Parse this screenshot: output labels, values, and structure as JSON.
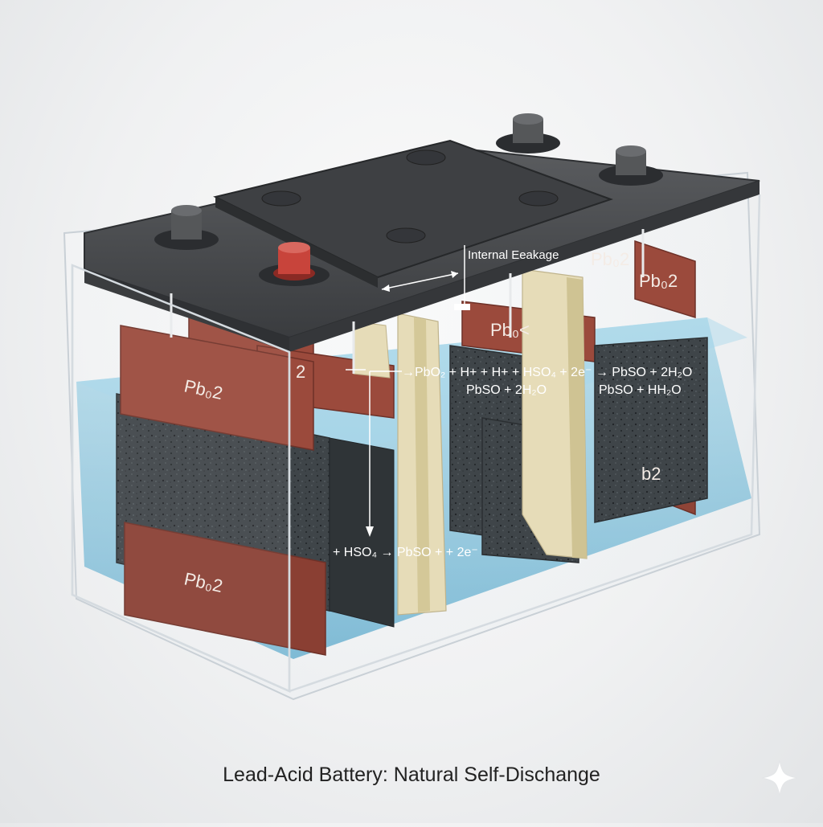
{
  "caption": "Lead-Acid Battery: Natural Self-Dischange",
  "labels": {
    "plate_front_top": "Pb₀2",
    "plate_front_bottom": "Pb₀2",
    "plate_mid": "2",
    "plate_center": "Pb₀<",
    "plate_top_right": "Pb₀2",
    "plate_top_right_b": "Pb₀2",
    "plate_right": "b2",
    "internal_leakage": "Internal Eeakage",
    "eq_line_1": "→PbO₂ + H+ + H+ + HSO₄ + 2e⁻ → PbSO + 2H₂O",
    "eq_line_2a": "PbSO + 2H₂O",
    "eq_line_2b": "PbSO + HH₂O",
    "eq_line_3": "+ HSO₄ → PbSO + + 2e⁻"
  },
  "colors": {
    "case_lid": "#4a4c4f",
    "positive_terminal": "#c8443b",
    "negative_terminal": "#555759",
    "plate_brown": "#9b4a3c",
    "separator": "#e6dcb8",
    "active_material": "#3d4347",
    "electrolyte": "#6fb6d6"
  },
  "icons": [
    "sparkle-icon"
  ]
}
